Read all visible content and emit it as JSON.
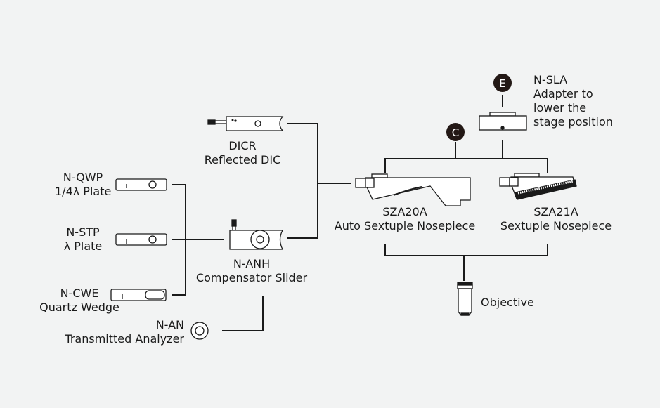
{
  "diagram": {
    "title": "",
    "badges": {
      "c": "C",
      "e": "E"
    },
    "components": {
      "dicr": {
        "model": "DICR",
        "name": "Reflected DIC"
      },
      "n_qwp": {
        "model": "N-QWP",
        "name": "1/4λ Plate"
      },
      "n_stp": {
        "model": "N-STP",
        "name": "λ Plate"
      },
      "n_cwe": {
        "model": "N-CWE",
        "name": "Quartz Wedge"
      },
      "n_anh": {
        "model": "N-ANH",
        "name": "Compensator Slider"
      },
      "n_an": {
        "model": "N-AN",
        "name": "Transmitted Analyzer"
      },
      "n_sla": {
        "model": "N-SLA",
        "name_lines": [
          "Adapter to",
          "lower the",
          "stage position"
        ]
      },
      "sza20a": {
        "model": "SZA20A",
        "name": "Auto Sextuple Nosepiece"
      },
      "sza21a": {
        "model": "SZA21A",
        "name": "Sextuple Nosepiece"
      },
      "objective": {
        "name": "Objective"
      }
    },
    "connections": [
      [
        "N-QWP",
        "N-ANH"
      ],
      [
        "N-STP",
        "N-ANH"
      ],
      [
        "N-CWE",
        "N-ANH"
      ],
      [
        "N-AN",
        "N-ANH"
      ],
      [
        "DICR",
        "SZA20A"
      ],
      [
        "N-ANH",
        "SZA20A"
      ],
      [
        "C",
        "SZA20A"
      ],
      [
        "C",
        "SZA21A"
      ],
      [
        "E",
        "N-SLA"
      ],
      [
        "N-SLA",
        "SZA20A"
      ],
      [
        "N-SLA",
        "SZA21A"
      ],
      [
        "SZA20A",
        "Objective"
      ],
      [
        "SZA21A",
        "Objective"
      ]
    ]
  }
}
